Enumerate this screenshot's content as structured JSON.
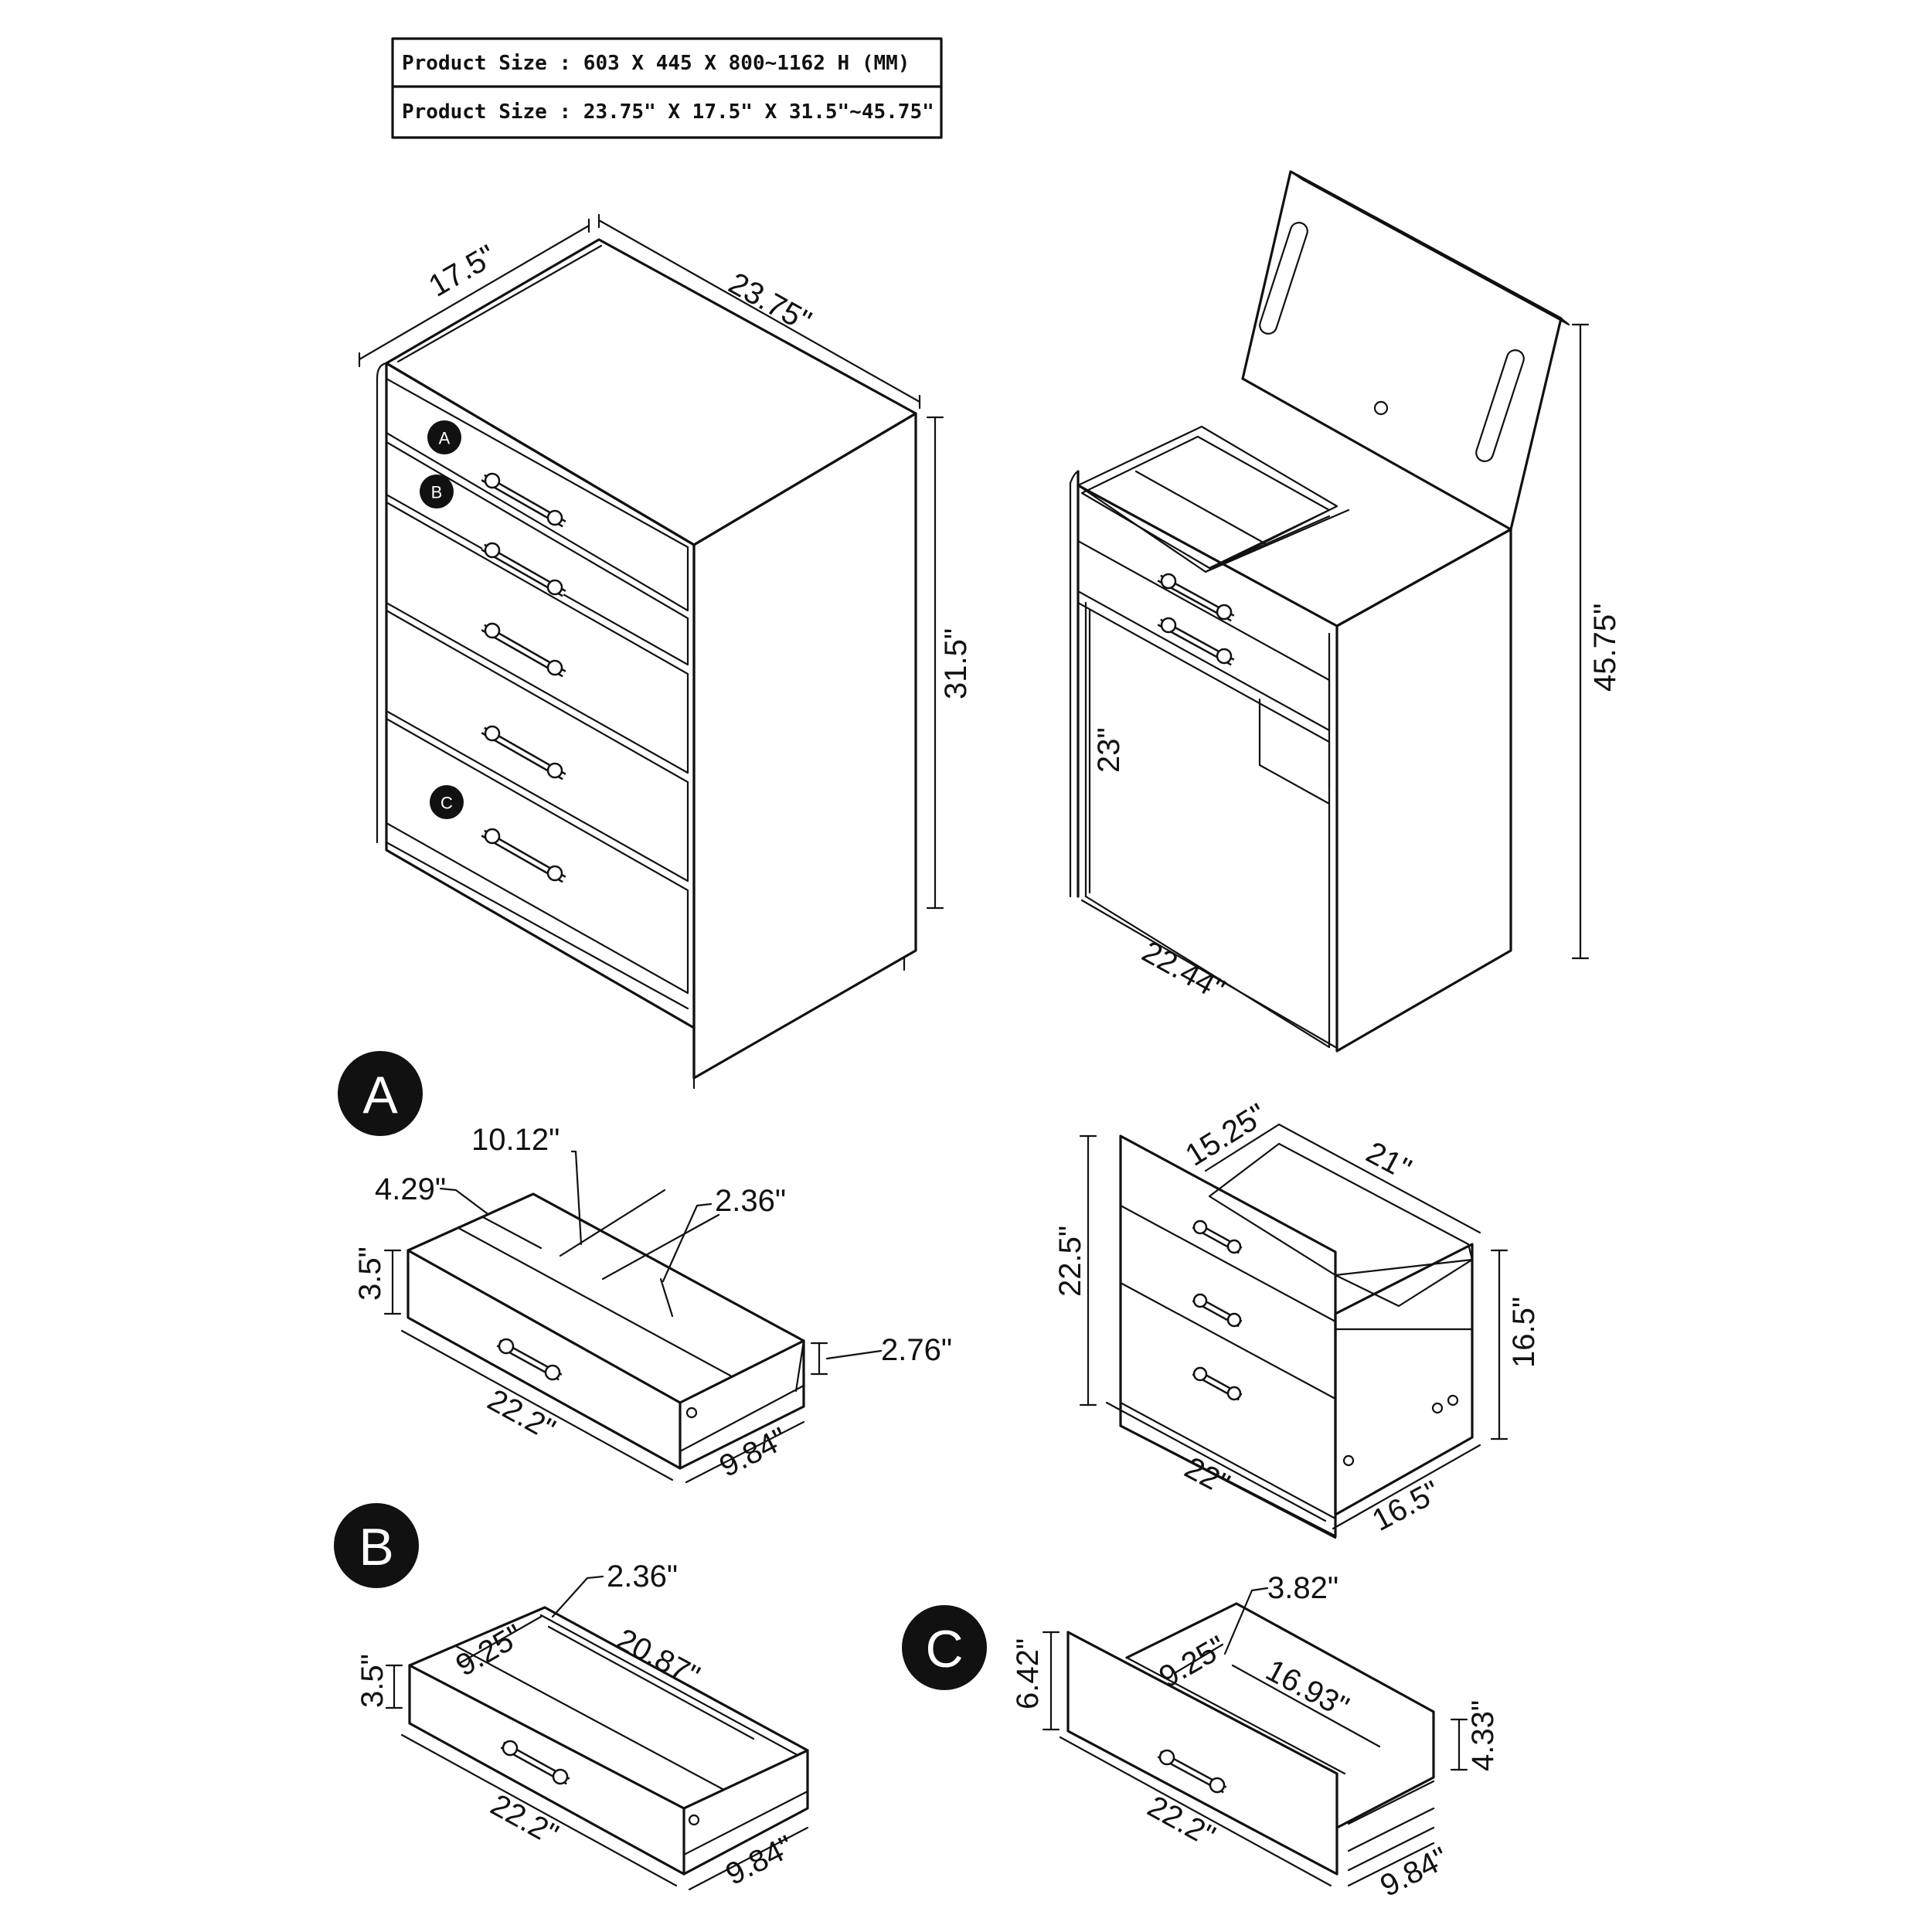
{
  "size_box": {
    "row_mm": "Product Size : 603 X 445 X 800~1162 H (MM)",
    "row_in": "Product Size : 23.75\" X 17.5\" X 31.5\"~45.75\""
  },
  "chest": {
    "depth": "17.5\"",
    "width": "23.75\"",
    "height": "31.5\"",
    "callouts": [
      "A",
      "B",
      "C"
    ]
  },
  "vanity": {
    "total_height": "45.75\"",
    "knee_height": "23\"",
    "inner_width": "22.44\""
  },
  "detail_a": {
    "badge": "A",
    "d1": "10.12\"",
    "d2": "4.29\"",
    "d3": "2.36\"",
    "d4": "3.5\"",
    "d5": "2.76\"",
    "d6": "22.2\"",
    "d7": "9.84\""
  },
  "nightstand": {
    "depth_top": "15.25\"",
    "width_top": "21\"",
    "front_height": "22.5\"",
    "side_height": "16.5\"",
    "base_width": "22\"",
    "base_depth": "16.5\""
  },
  "detail_b": {
    "badge": "B",
    "d1": "2.36\"",
    "d2": "9.25\"",
    "d3": "20.87\"",
    "d4": "3.5\"",
    "d5": "22.2\"",
    "d6": "9.84\""
  },
  "detail_c": {
    "badge": "C",
    "d1": "3.82\"",
    "d2": "9.25\"",
    "d3": "16.93\"",
    "d4": "6.42\"",
    "d5": "4.33\"",
    "d6": "22.2\"",
    "d7": "9.84\""
  }
}
